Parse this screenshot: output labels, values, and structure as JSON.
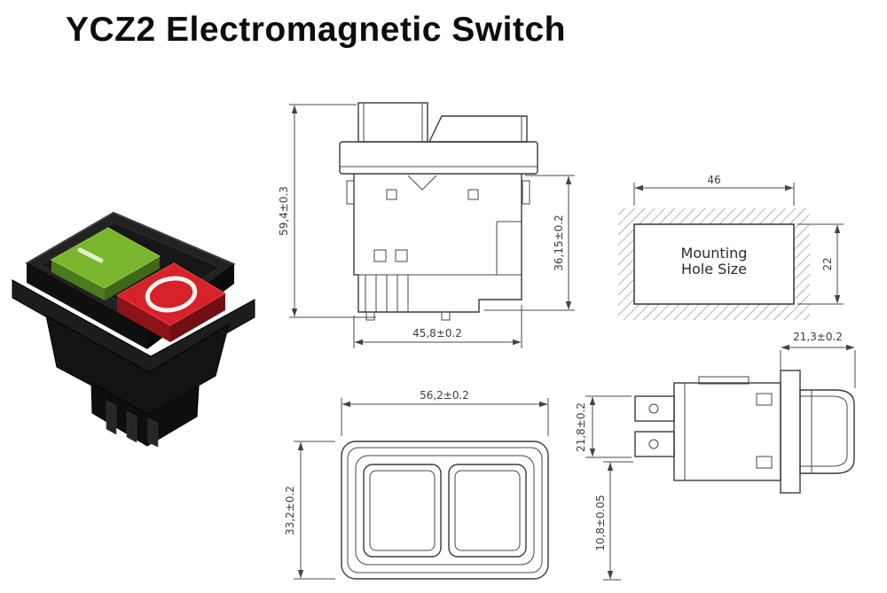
{
  "title": "YCZ2 Electromagnetic Switch",
  "product_photo": {
    "on_symbol": "I",
    "off_symbol": "O",
    "body_color": "#1a1a1a",
    "start_button_color": "#79b72c",
    "stop_button_color": "#d62228"
  },
  "views": {
    "front": {
      "dim_total_height": "59,4±0.3",
      "dim_body_height": "36,15±0.2",
      "dim_width": "45,8±0.2"
    },
    "mounting_hole": {
      "label_line1": "Mounting",
      "label_line2": "Hole Size",
      "dim_width": "46",
      "dim_height": "22"
    },
    "top": {
      "dim_width": "56,2±0.2",
      "dim_height": "33,2±0.2"
    },
    "side": {
      "dim_depth": "21,3±0.2",
      "dim_terminal_height": "21,8±0.2",
      "dim_pin_offset": "10,8±0.05"
    }
  }
}
